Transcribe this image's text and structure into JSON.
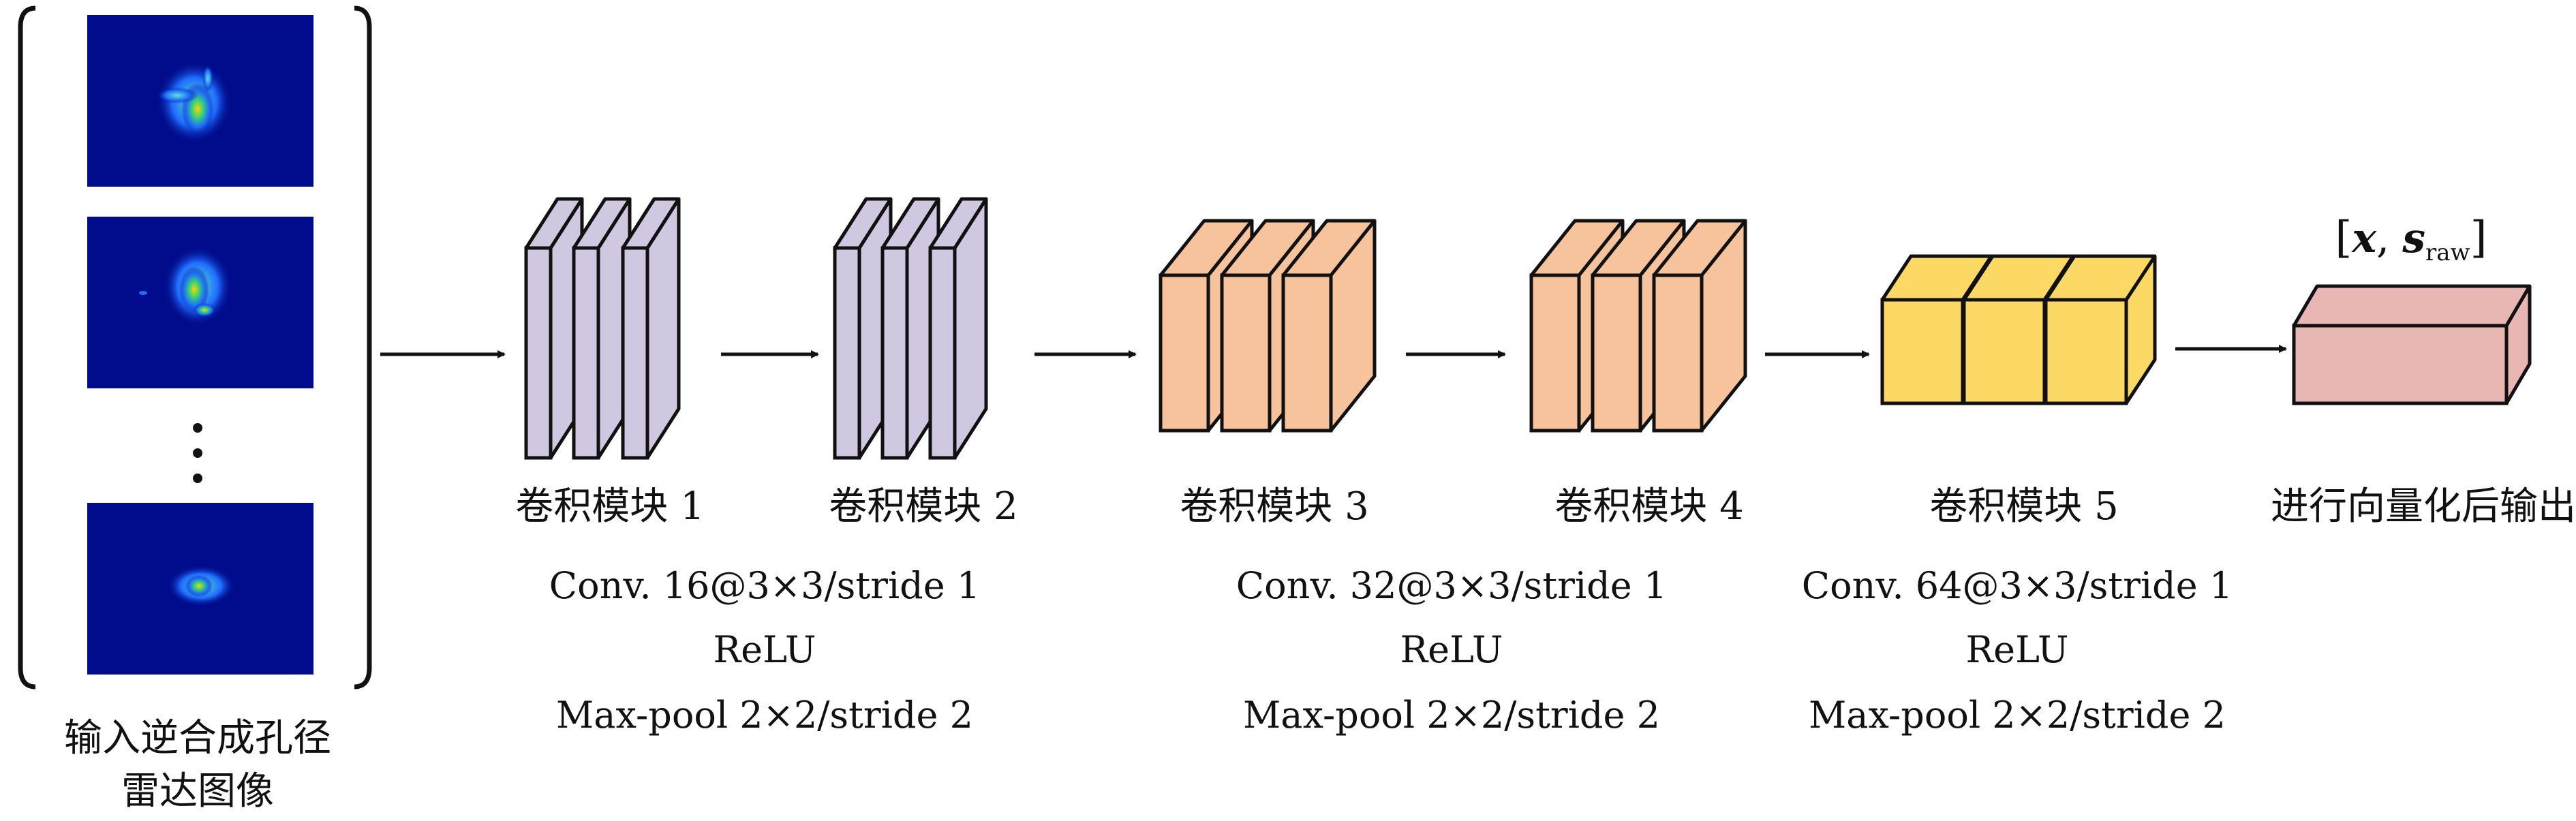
{
  "input": {
    "label_line1": "输入逆合成孔径",
    "label_line2": "雷达图像",
    "ellipsis": "⋮"
  },
  "blocks": [
    {
      "name": "卷积模块 1",
      "color": "#cfc8e0"
    },
    {
      "name": "卷积模块 2",
      "color": "#cfc8e0"
    },
    {
      "name": "卷积模块 3",
      "color": "#f6c39c"
    },
    {
      "name": "卷积模块 4",
      "color": "#f6c39c"
    },
    {
      "name": "卷积模块 5",
      "color": "#fcd964"
    }
  ],
  "specs": [
    {
      "conv": "Conv. 16@3×3/stride 1",
      "act": "ReLU",
      "pool": "Max-pool 2×2/stride 2"
    },
    {
      "conv": "Conv. 32@3×3/stride 1",
      "act": "ReLU",
      "pool": "Max-pool 2×2/stride 2"
    },
    {
      "conv": "Conv. 64@3×3/stride 1",
      "act": "ReLU",
      "pool": "Max-pool 2×2/stride 2"
    }
  ],
  "output": {
    "label": "进行向量化后输出",
    "vector_x": "x",
    "vector_s": "s",
    "vector_sub": "raw",
    "color": "#e8b7b4"
  },
  "colors": {
    "radar_bg": "#000c8c",
    "outline": "#111111",
    "arrow": "#111111"
  }
}
